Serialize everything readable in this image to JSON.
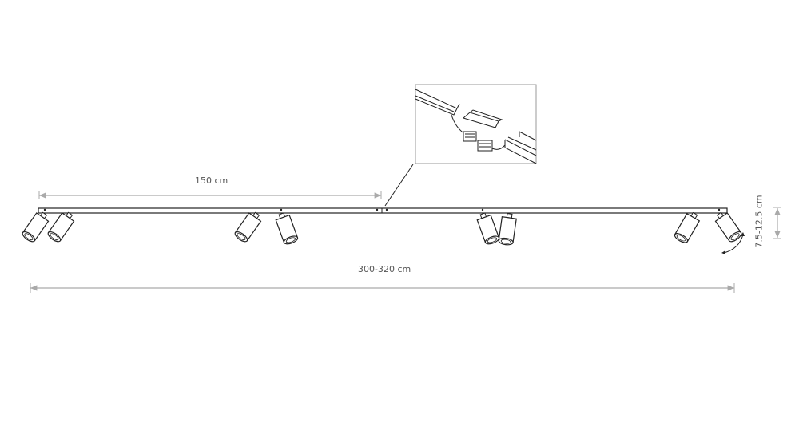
{
  "dimensions": {
    "section_length": "150 cm",
    "total_length": "300-320 cm",
    "height": "7.5-12.5 cm"
  },
  "colors": {
    "line": "#222222",
    "dimension": "#aaaaaa",
    "text": "#555555"
  }
}
